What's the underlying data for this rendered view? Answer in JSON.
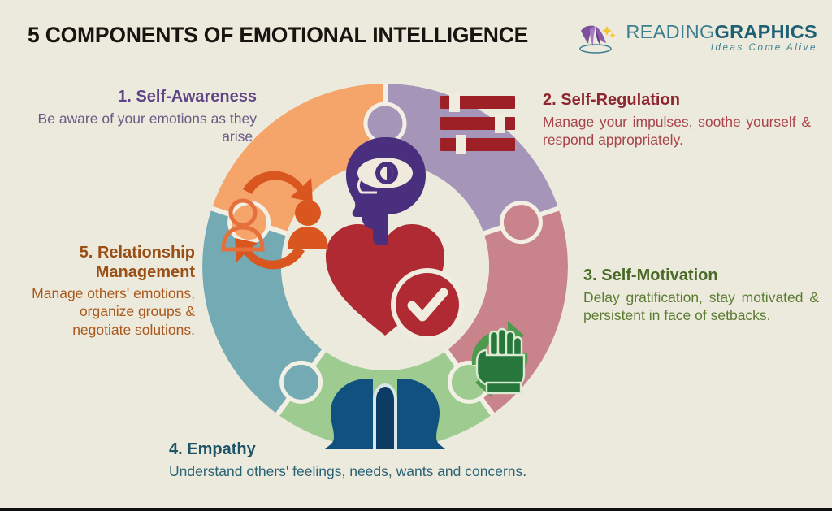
{
  "header": {
    "title": "5 COMPONENTS OF EMOTIONAL INTELLIGENCE",
    "logo": {
      "word1": "READING",
      "word2": "GRAPHICS",
      "tagline": "Ideas Come Alive",
      "mark_icon": "open-book-with-stars-icon"
    }
  },
  "background_color": "#eceadd",
  "center": {
    "icon": "heart-with-check-badge-icon",
    "heart_color": "#b02a33",
    "check_color": "#f0ece0"
  },
  "components": [
    {
      "number": "1.",
      "heading": "1. Self-Awareness",
      "body": "Be aware of your emotions as they arise.",
      "segment_color": "#a595b9",
      "icon_color": "#4b2f7f",
      "heading_color": "#5f4584",
      "body_color": "#6b5a86",
      "icon": "head-profile-with-eye-brain-icon"
    },
    {
      "number": "2.",
      "heading": "2. Self-Regulation",
      "body": "Manage your impulses, soothe yourself & respond appropriately.",
      "segment_color": "#c9838a",
      "icon_color": "#9e2027",
      "heading_color": "#8e2630",
      "body_color": "#a8444a",
      "icon": "slider-controls-icon"
    },
    {
      "number": "3.",
      "heading": "3. Self-Motivation",
      "body": "Delay gratification, stay motivated & persistent in face of setbacks.",
      "segment_color": "#9ecb8f",
      "icon_color": "#2f7a41",
      "heading_color": "#4a6b28",
      "body_color": "#5b7b33",
      "icon": "raised-fist-with-refresh-arrows-icon"
    },
    {
      "number": "4.",
      "heading": "4. Empathy",
      "body": "Understand others' feelings, needs, wants and concerns.",
      "segment_color": "#74aab4",
      "icon_color": "#11517f",
      "heading_color": "#1d5467",
      "body_color": "#2a6275",
      "icon": "two-facing-head-profiles-icon"
    },
    {
      "number": "5.",
      "heading_line1": "5. Relationship",
      "heading_line2": "Management",
      "heading": "5. Relationship Management",
      "body": "Manage others' emotions, organize groups & negotiate solutions.",
      "segment_color": "#f5a46a",
      "icon_color": "#d9561f",
      "heading_color": "#9a4f15",
      "body_color": "#a9571a",
      "icon": "two-people-exchange-arrows-icon"
    }
  ]
}
